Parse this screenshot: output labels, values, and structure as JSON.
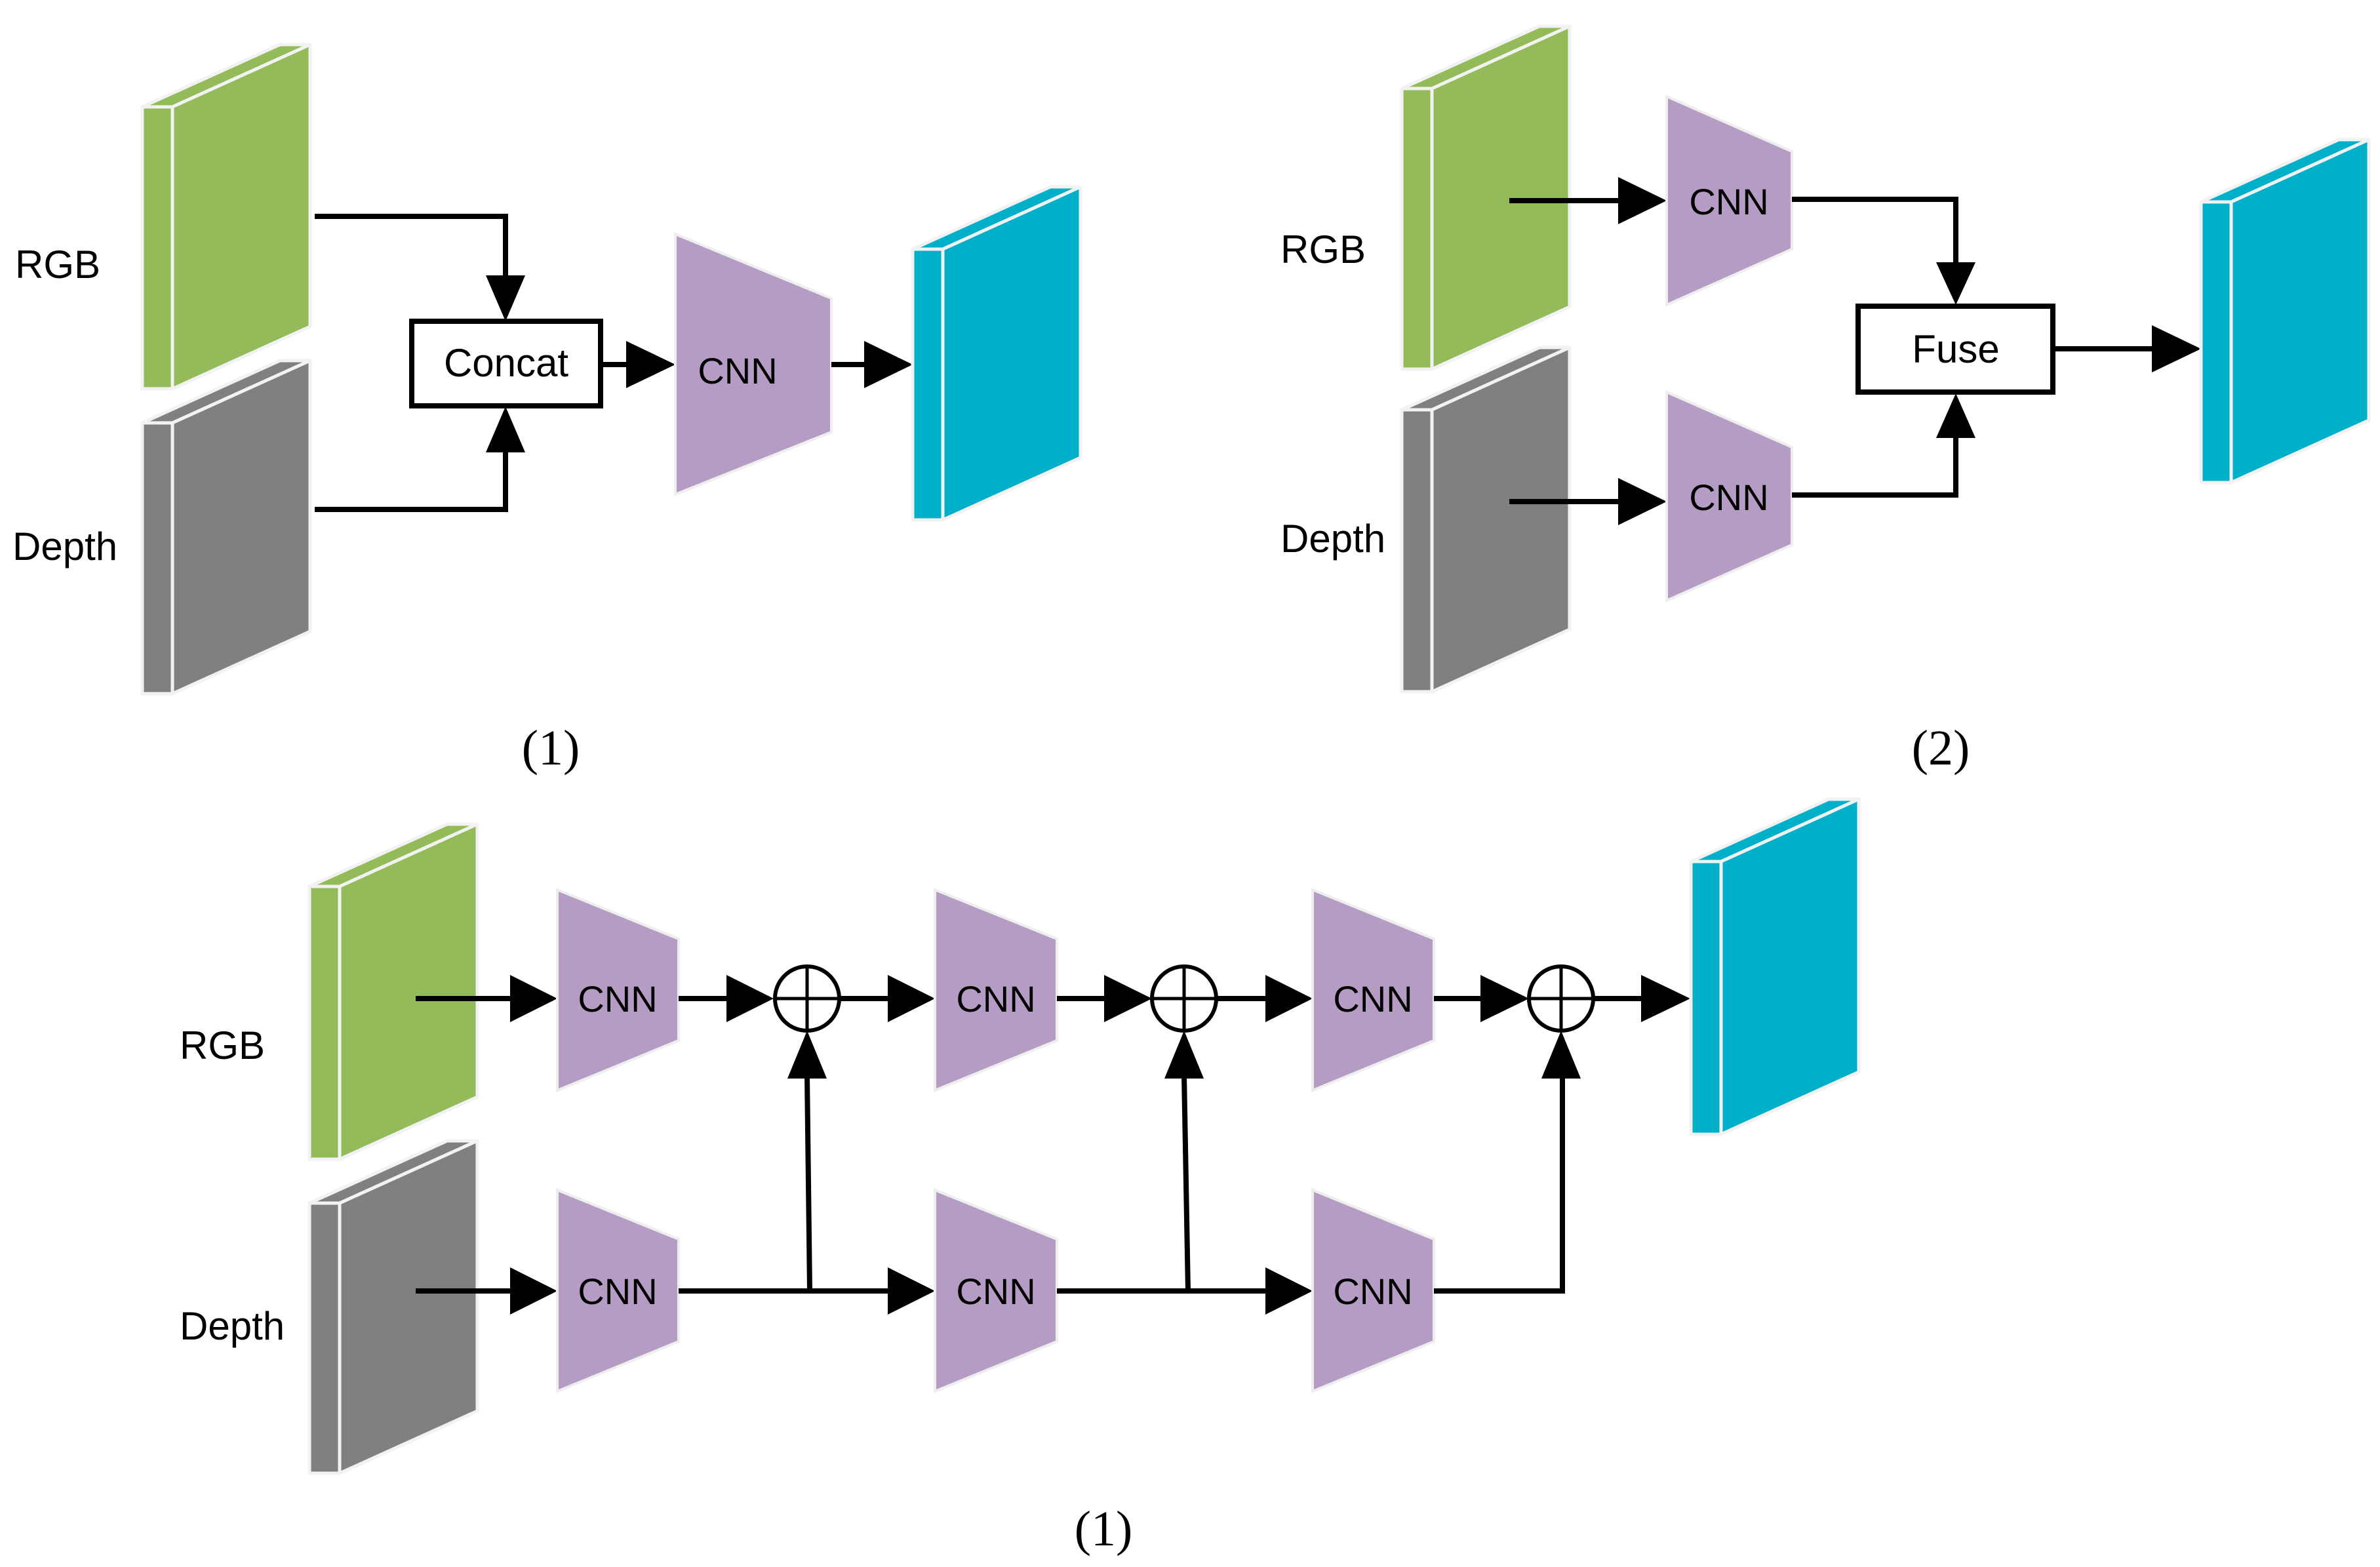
{
  "colors": {
    "rgb_block": "#93bb5a",
    "depth_block": "#808080",
    "output_block": "#00afc8",
    "cnn": "#b49cc4",
    "stroke": "#000000"
  },
  "panel1": {
    "rgb_label": "RGB",
    "depth_label": "Depth",
    "concat_label": "Concat",
    "cnn_label": "CNN",
    "caption": "(1)"
  },
  "panel2": {
    "rgb_label": "RGB",
    "depth_label": "Depth",
    "cnn_rgb_label": "CNN",
    "cnn_depth_label": "CNN",
    "fuse_label": "Fuse",
    "caption": "(2)"
  },
  "panel3": {
    "rgb_label": "RGB",
    "depth_label": "Depth",
    "rgb_cnn_labels": [
      "CNN",
      "CNN",
      "CNN"
    ],
    "depth_cnn_labels": [
      "CNN",
      "CNN",
      "CNN"
    ],
    "fusion_operator": "element-wise sum (⊕)",
    "caption": "(1)"
  }
}
